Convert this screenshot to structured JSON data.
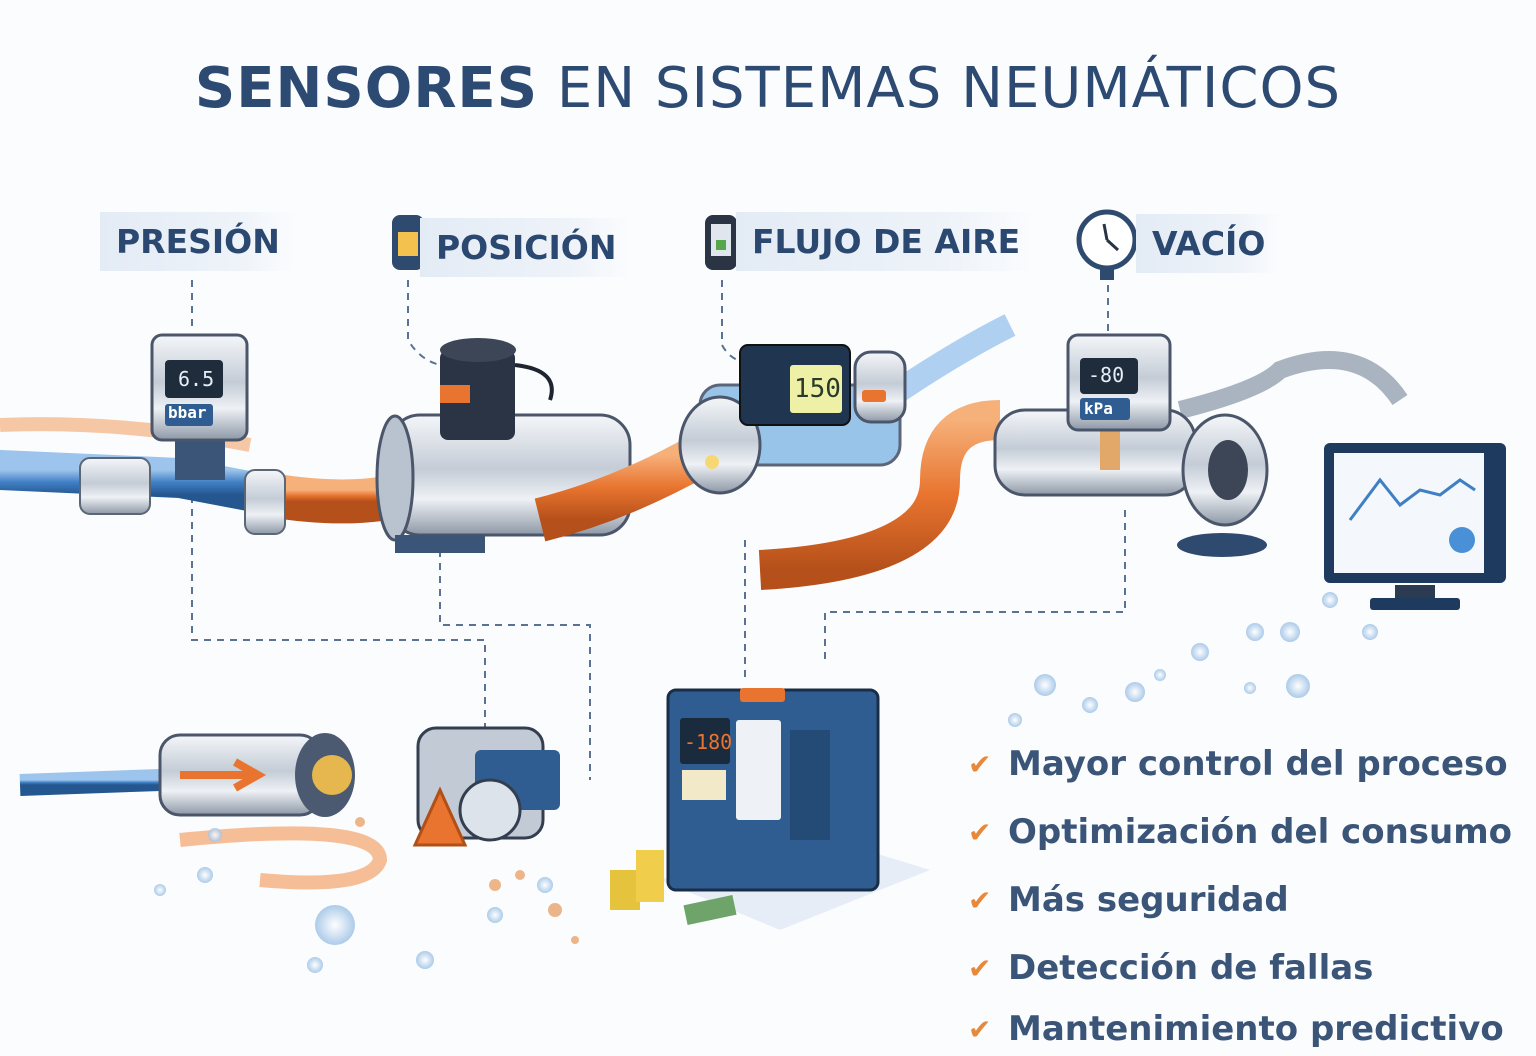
{
  "title": {
    "bold": "SENSORES",
    "rest": " EN SISTEMAS NEUMÁTICOS"
  },
  "sensors": [
    {
      "label": "PRESIÓN",
      "icon": "label-plain",
      "reading": "6.5",
      "unit": "bbar"
    },
    {
      "label": "POSICIÓN",
      "icon": "position-sensor-icon"
    },
    {
      "label": "FLUJO DE AIRE",
      "icon": "flow-meter-icon",
      "reading": "150"
    },
    {
      "label": "VACÍO",
      "icon": "vacuum-gauge-icon",
      "reading": "-80",
      "unit": "kPa"
    }
  ],
  "controller": {
    "reading": "-180"
  },
  "benefits": [
    "Mayor control del proceso",
    "Optimización del consumo",
    "Más seguridad",
    "Detección de fallas",
    "Mantenimiento predictivo"
  ],
  "colors": {
    "navy": "#2d4a73",
    "orange": "#e8742f",
    "blue": "#3f7fc4",
    "check": "#e8883a"
  }
}
